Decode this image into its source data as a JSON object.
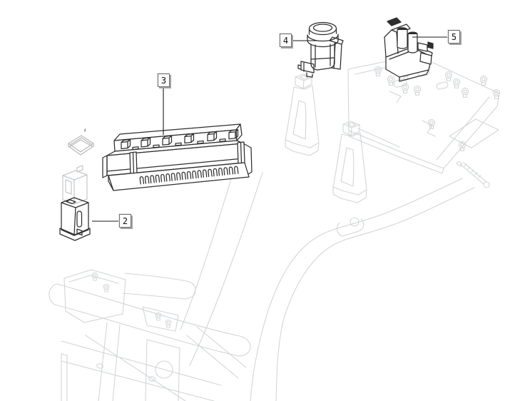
{
  "diagram": {
    "kind": "exploded-parts-line-drawing",
    "callouts": [
      {
        "label": "2"
      },
      {
        "label": "3"
      },
      {
        "label": "4"
      },
      {
        "label": "5"
      }
    ]
  },
  "colors": {
    "background": "#ffffff",
    "part_outline": "#2e2e2e",
    "frame_outline": "#d2d5d8",
    "leader_line": "#1a1a1a",
    "callout_bg": "#fcfcfc",
    "callout_border": "#6f6f6f",
    "callout_shadow": "#a3a3a3",
    "callout_text": "#111111"
  }
}
